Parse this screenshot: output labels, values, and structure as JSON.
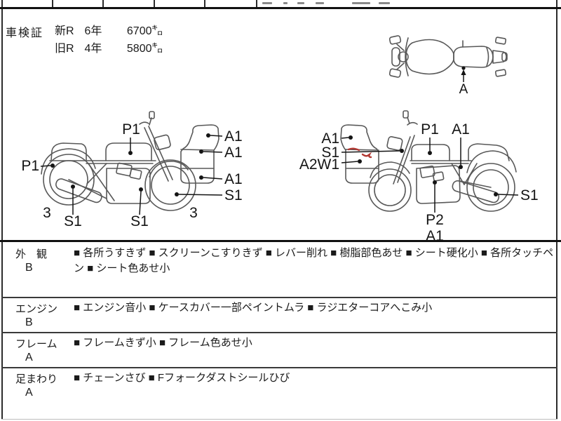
{
  "colors": {
    "paper": "#ffffff",
    "line_art": "#585858",
    "border": "#111111",
    "red_mark": "#b23832"
  },
  "shaken": {
    "title": "車検証",
    "rows": [
      {
        "label": "新R",
        "years": "6年",
        "distance": "6700㌔"
      },
      {
        "label": "旧R",
        "years": "4年",
        "distance": "5800㌔"
      }
    ]
  },
  "diagram": {
    "top_view": {
      "label_a": "A"
    },
    "left_bike": {
      "p1_top": "P1",
      "p1_left": "P1",
      "a1_screen": "A1",
      "a1_upper": "A1",
      "a1_lower": "A1",
      "s1_front_wheel": "S1",
      "s1_exhaust": "S1",
      "s1_frame": "S1",
      "count_left": "3",
      "count_right": "3"
    },
    "right_bike": {
      "a1_screen": "A1",
      "s1_fork": "S1",
      "a2w1_cowl": "A2W1",
      "p1_tank": "P1",
      "a1_side": "A1",
      "p2_engine": "P2",
      "a1_engine": "A1",
      "s1_rear_wheel": "S1"
    }
  },
  "inspection": {
    "rows": [
      {
        "section": "外　観",
        "grade": "B",
        "text": "■ 各所うすきず ■ スクリーンこすりきず ■ レバー削れ ■ 樹脂部色あせ ■ シート硬化小 ■ 各所タッチペン ■ シート色あせ小",
        "items": [
          "各所うすきず",
          "スクリーンこすりきず",
          "レバー削れ",
          "樹脂部色あせ",
          "シート硬化小",
          "各所タッチペン",
          "シート色あせ小"
        ]
      },
      {
        "section": "エンジン",
        "grade": "B",
        "text": "■ エンジン音小 ■ ケースカバー一部ペイントムラ ■ ラジエターコアへこみ小",
        "items": [
          "エンジン音小",
          "ケースカバー一部ペイントムラ",
          "ラジエターコアへこみ小"
        ]
      },
      {
        "section": "フレーム",
        "grade": "A",
        "text": "■ フレームきず小 ■ フレーム色あせ小",
        "items": [
          "フレームきず小",
          "フレーム色あせ小"
        ]
      },
      {
        "section": "足まわり",
        "grade": "A",
        "text": "■ チェーンさび ■ Fフォークダストシールひび",
        "items": [
          "チェーンさび",
          "Fフォークダストシールひび"
        ]
      }
    ]
  }
}
